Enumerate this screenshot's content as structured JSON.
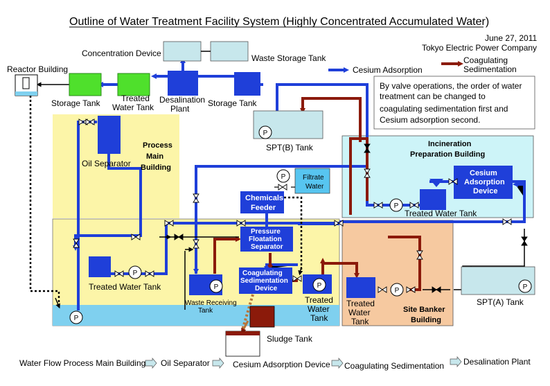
{
  "title": "Outline of Water Treatment Facility System (Highly Concentrated Accumulated Water)",
  "date": "June 27, 2011",
  "company": "Tokyo Electric Power Company",
  "legend": {
    "cesium": "Cesium Adsorption",
    "coag1": "Coagulating",
    "coag2": "Sedimentation"
  },
  "note": {
    "line1": "By valve operations, the order of water",
    "line2": "treatment can be changed to",
    "line3": "coagulating sedimentation first and",
    "line4": "Cesium adsorption second."
  },
  "colors": {
    "blue": "#1f3fd9",
    "brown": "#8b1a0a",
    "yellow": "#fcf5a8",
    "cyan": "#cdf4f8",
    "orange": "#f6c9a0",
    "green": "#4fe02c",
    "tank": "#c7e7ec"
  },
  "labels": {
    "reactor": "Reactor Building",
    "concentration": "Concentration Device",
    "waste_storage": "Waste Storage Tank",
    "storage_tank_left": "Storage Tank",
    "treated_top1": "Treated",
    "treated_top2": "Water Tank",
    "desal1": "Desalination",
    "desal2": "Plant",
    "storage_tank_right": "Storage Tank",
    "spt_b": "SPT(B) Tank",
    "oil_sep": "Oil Separator",
    "process1": "Process",
    "process2": "Main",
    "process3": "Building",
    "incin1": "Incineration",
    "incin2": "Preparation Building",
    "cesium1": "Cesium",
    "cesium2": "Adsorption",
    "cesium3": "Device",
    "treated_incin": "Treated Water Tank",
    "filtrate1": "Filtrate",
    "filtrate2": "Water",
    "chem1": "Chemicals",
    "chem2": "Feeder",
    "pfs1": "Pressure",
    "pfs2": "Floatation",
    "pfs3": "Separator",
    "csd1": "Coagulating",
    "csd2": "Sedimentation",
    "csd3": "Device",
    "treated_main": "Treated Water Tank",
    "waste_recv1": "Waste Receiving",
    "waste_recv2": "Tank",
    "treated_center1": "Treated",
    "treated_center2": "Water",
    "treated_center3": "Tank",
    "treated_orange1": "Treated",
    "treated_orange2": "Water",
    "treated_orange3": "Tank",
    "site1": "Site Banker",
    "site2": "Building",
    "spt_a": "SPT(A) Tank",
    "sludge": "Sludge Tank",
    "pump": "P"
  },
  "flow": {
    "s1": "Water Flow Process Main Building",
    "s2": "Oil Separator",
    "s3": "Cesium Adsorption Device",
    "s4": "Coagulating Sedimentation",
    "s5": "Desalination Plant"
  }
}
